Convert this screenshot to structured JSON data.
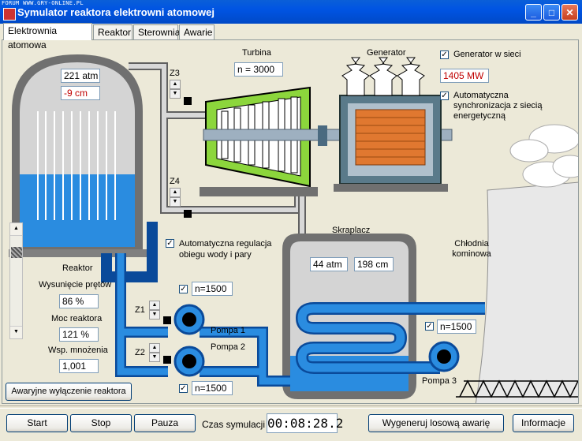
{
  "window": {
    "watermark": "FORUM WWW.GRY-ONLINE.PL",
    "title": "Symulator reaktora elektrowni atomowej",
    "minimize": "_",
    "maximize": "□",
    "close": "✕"
  },
  "tabs": [
    "Elektrownia atomowa",
    "Reaktor",
    "Sterownia",
    "Awarie"
  ],
  "reactor_vessel": {
    "pressure": "221 atm",
    "level": "-9 cm"
  },
  "valves": {
    "z3": "Z3",
    "z4": "Z4",
    "z1": "Z1",
    "z2": "Z2"
  },
  "turbine": {
    "label": "Turbina",
    "speed": "n = 3000"
  },
  "generator": {
    "label": "Generator",
    "grid_label": "Generator w sieci",
    "grid_checked": true,
    "power": "1405 MW",
    "sync_label": "Automatyczna synchronizacja z siecią energetyczną",
    "sync_checked": true
  },
  "auto_regulation": {
    "label": "Automatyczna regulacja obiegu wody i pary",
    "checked": true
  },
  "condenser": {
    "label": "Skraplacz",
    "pressure": "44 atm",
    "level": "198 cm"
  },
  "cooling_tower": {
    "label": "Chłodnia kominowa"
  },
  "pumps": {
    "p1": {
      "label": "Pompa 1",
      "speed": "n=1500",
      "checked": true
    },
    "p2": {
      "label": "Pompa 2",
      "speed": "n=1500",
      "checked": true
    },
    "p3": {
      "label": "Pompa 3",
      "speed": "n=1500",
      "checked": true
    }
  },
  "reactor_panel": {
    "title": "Reaktor",
    "rod_label": "Wysunięcie prętów",
    "rod_value": "86 %",
    "power_label": "Moc reaktora",
    "power_value": "121 %",
    "mult_label": "Wsp. mnożenia",
    "mult_value": "1,001",
    "scram": "Awaryjne wyłączenie reaktora"
  },
  "bottom": {
    "start": "Start",
    "stop": "Stop",
    "pause": "Pauza",
    "time_label": "Czas symulacji",
    "time_value": "00:08:28.2",
    "random_fault": "Wygeneruj losową awarię",
    "info": "Informacje"
  },
  "colors": {
    "water": "#2A8CE0",
    "steam_pipe": "#D0D0D0",
    "turbine_green": "#8CD63C",
    "core": "#E07830",
    "window_blue": "#0054E3"
  }
}
